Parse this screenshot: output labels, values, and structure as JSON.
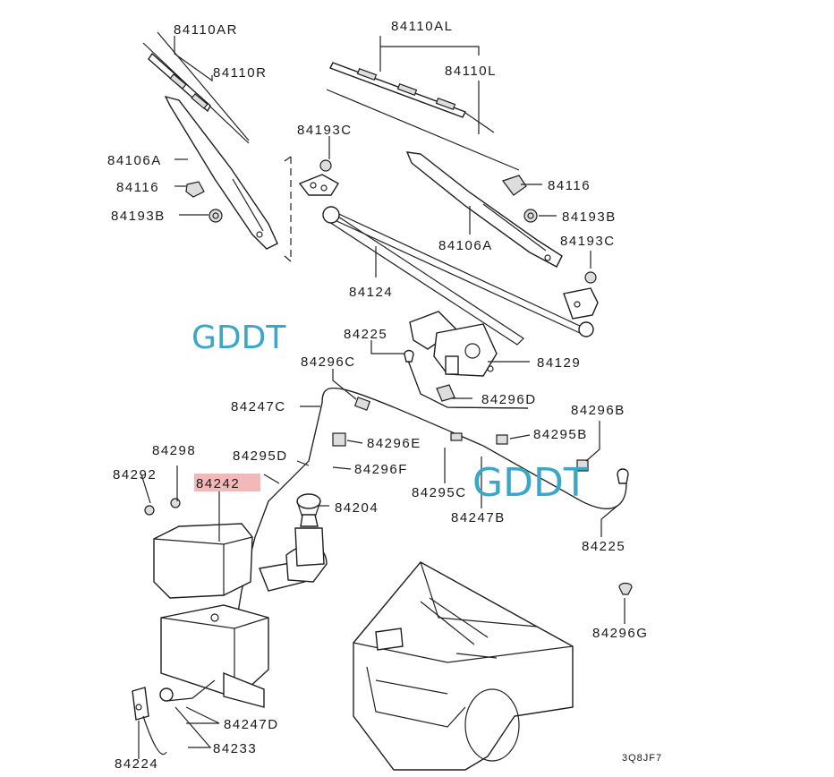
{
  "diagram": {
    "labels": {
      "wiper_blade_rh_assembly": "84110AR",
      "wiper_blade_rh": "84110R",
      "wiper_arm_lh": "84106A",
      "cap_lh": "84116",
      "nut_lh": "84193B",
      "nut_center_lh": "84193C",
      "wiper_blade_lh_assembly": "84110AL",
      "wiper_blade_lh": "84110L",
      "cap_rh": "84116",
      "nut_rh": "84193B",
      "wiper_arm_rh": "84106A",
      "nut_center_rh": "84193C",
      "linkage": "84124",
      "nozzle_left": "84225",
      "motor": "84129",
      "clip_296c": "84296C",
      "clip_296d": "84296D",
      "hose_247c": "84247C",
      "clip_296b": "84296B",
      "connector_295b": "84295B",
      "clip_296e": "84296E",
      "screw_298": "84298",
      "connector_295d": "84295D",
      "clip_296f": "84296F",
      "nut_292": "84292",
      "reservoir": "84242",
      "cap_204": "84204",
      "connector_295c": "84295C",
      "hose_247b": "84247B",
      "nozzle_right": "84225",
      "clip_296g": "84296G",
      "hose_247d": "84247D",
      "grommet_233": "84233",
      "pump_224": "84224",
      "figure_code": "3Q8JF7"
    },
    "watermarks": {
      "left": "GDDT",
      "right": "GDDT"
    },
    "colors": {
      "line": "#222222",
      "watermark": "#3aa6c8",
      "highlight": "#f5b8b8"
    }
  }
}
